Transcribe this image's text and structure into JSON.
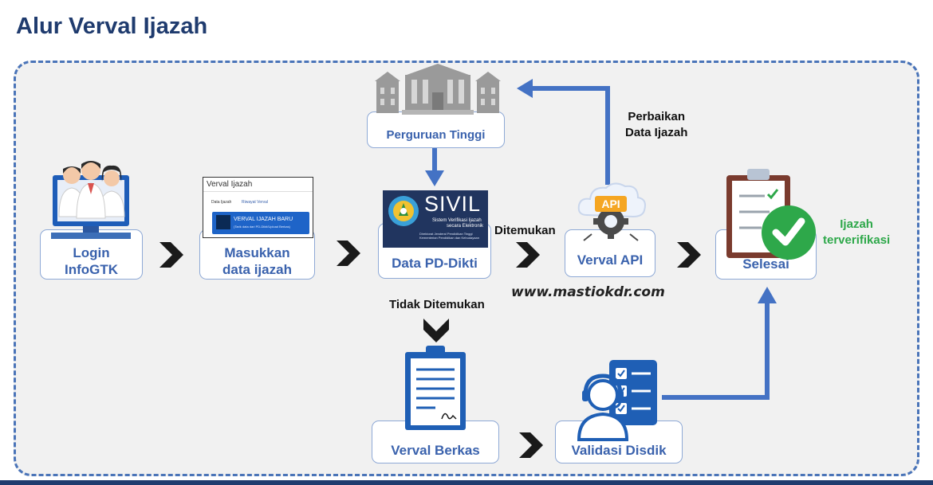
{
  "title": "Alur Verval Ijazah",
  "nodes": {
    "login": "Login\nInfoGTK",
    "masukkan": "Masukkan\ndata ijazah",
    "pddikti": "Data PD-Dikti",
    "verval_api": "Verval API",
    "selesai": "Selesai",
    "perguruan": "Perguruan Tinggi",
    "verval_berkas": "Verval Berkas",
    "validasi": "Validasi Disdik"
  },
  "labels": {
    "ditemukan": "Ditemukan",
    "tidak_ditemukan": "Tidak Ditemukan",
    "perbaikan": "Perbaikan\nData Ijazah",
    "terverifikasi": "Ijazah\nterverifikasi",
    "watermark": "www.mastiokdr.com"
  },
  "screenshot": {
    "header": "Verval Ijazah",
    "tab1": "Data Ijazah",
    "tab2": "Riwayat Verval",
    "button": "VERVAL IJAZAH BARU",
    "button_sub": "(Tarik data dari PD-Dikti/Upload Berkas)"
  },
  "sivil": {
    "word": "SIVIL",
    "line1": "Sistem Verifikasi Ijazah",
    "line2": "secara Elektronik",
    "line3": "Direktorat Jenderal Pendidikan Tinggi",
    "line4": "Kementerian Pendidikan dan Kebudayaan"
  },
  "api_badge": "API",
  "colors": {
    "accent": "#3a62ad",
    "arrow": "#4472c4",
    "frame": "#4a74b8",
    "green": "#2ea84a",
    "title": "#1f3b6e"
  }
}
